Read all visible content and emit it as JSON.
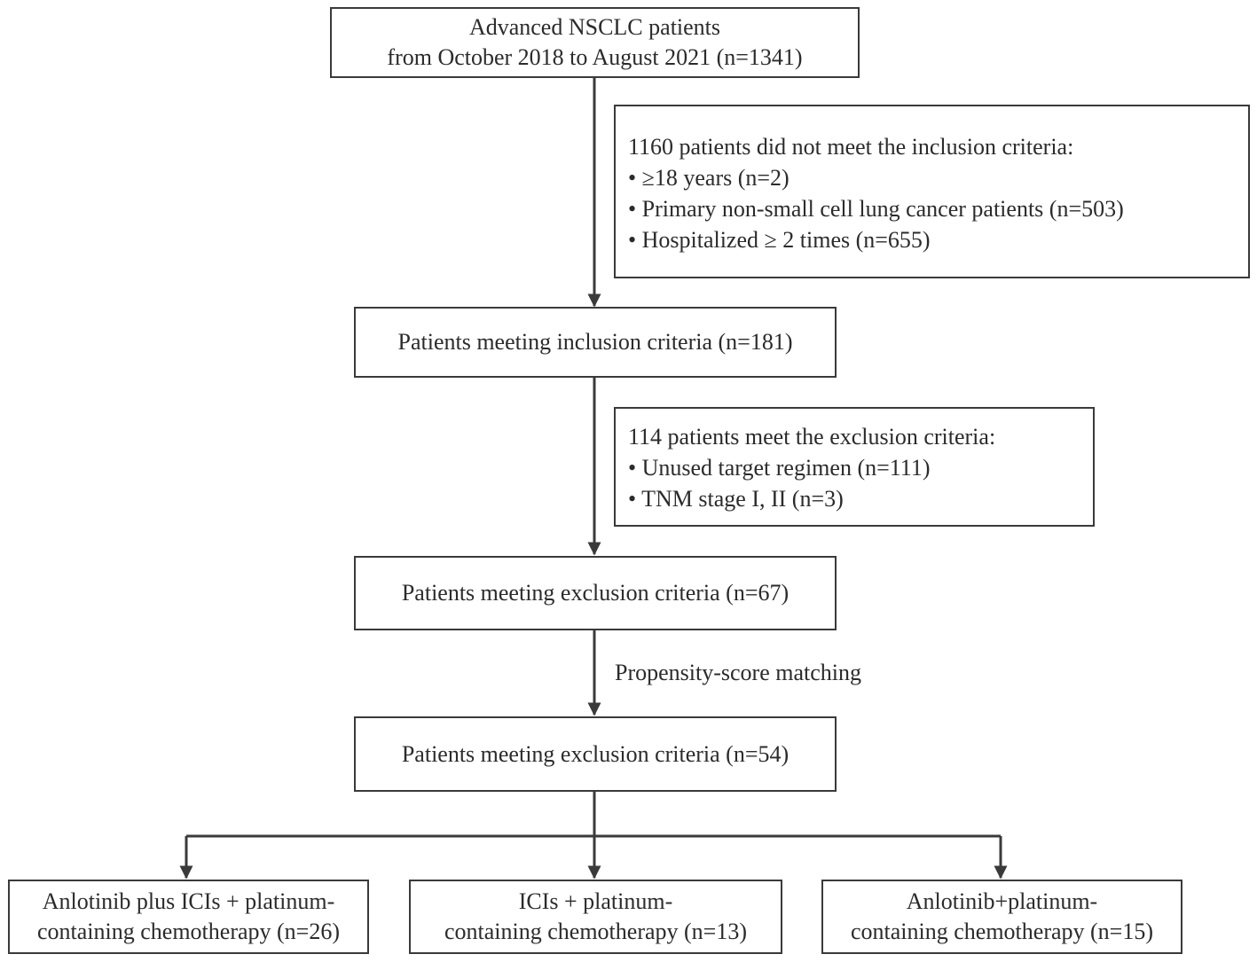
{
  "start": {
    "line1": "Advanced NSCLC patients",
    "line2": "from October 2018 to August 2021 (n=1341)"
  },
  "excluded_inclusion": {
    "heading": "1160 patients did not meet the inclusion criteria:",
    "items": [
      "• ≥18 years (n=2)",
      "• Primary non-small cell lung cancer patients (n=503)",
      "• Hospitalized ≥ 2 times (n=655)"
    ]
  },
  "inclusion_met": {
    "text": "Patients meeting inclusion criteria (n=181)"
  },
  "excluded_exclusion": {
    "heading": "114 patients meet the exclusion criteria:",
    "items": [
      "• Unused target regimen (n=111)",
      "• TNM stage I, II (n=3)"
    ]
  },
  "exclusion_met": {
    "text": "Patients meeting exclusion criteria (n=67)"
  },
  "matching_label": "Propensity-score matching",
  "matched": {
    "text": "Patients meeting exclusion criteria (n=54)"
  },
  "groups": [
    {
      "line1": "Anlotinib plus ICIs + platinum-",
      "line2": "containing chemotherapy (n=26)"
    },
    {
      "line1": "ICIs + platinum-",
      "line2": "containing chemotherapy (n=13)"
    },
    {
      "line1": "Anlotinib+platinum-",
      "line2": "containing chemotherapy (n=15)"
    }
  ],
  "colors": {
    "line": "#3a3a3a",
    "text": "#2b2b2b",
    "background": "#ffffff"
  }
}
